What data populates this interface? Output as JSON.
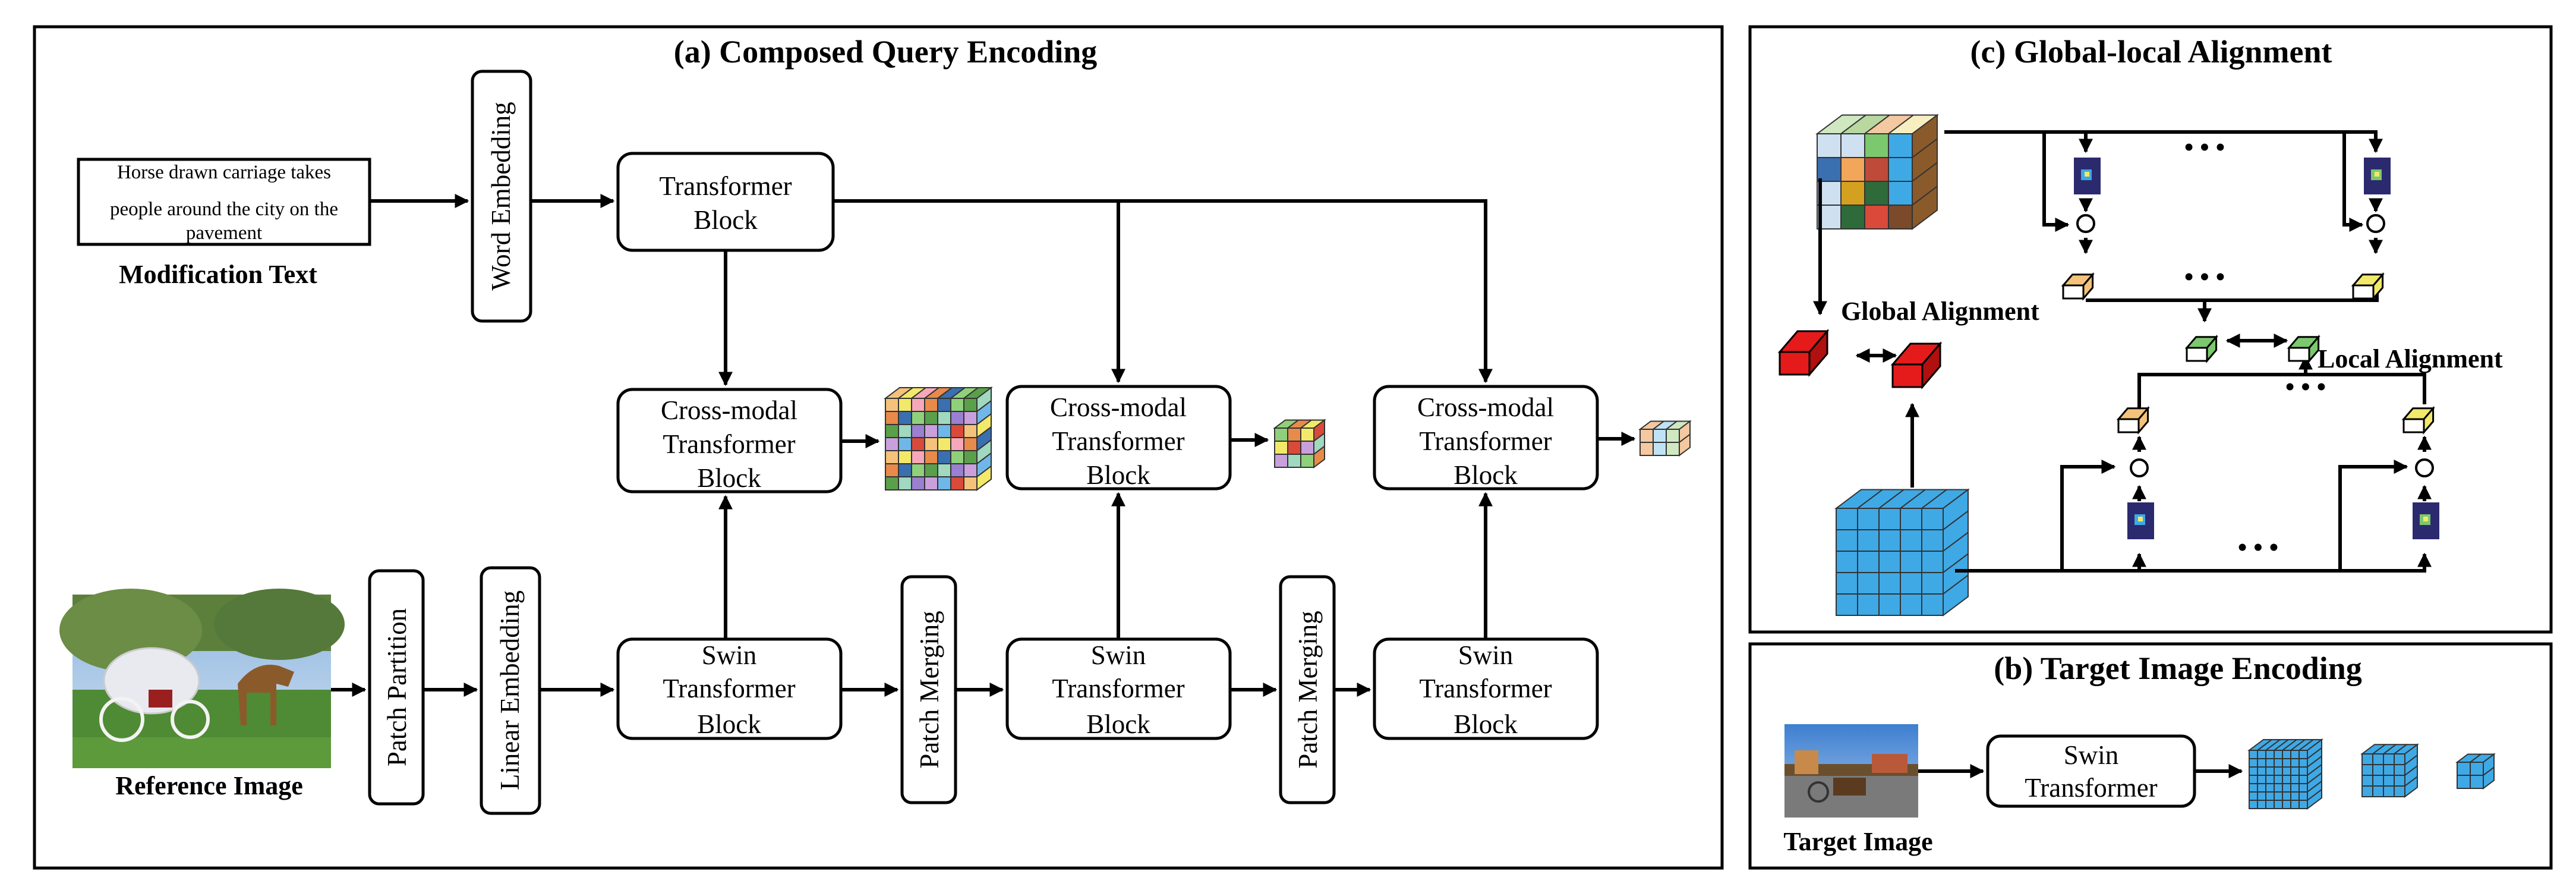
{
  "panels": {
    "a_title": "(a) Composed Query Encoding",
    "b_title": "(b) Target Image Encoding",
    "c_title": "(c) Global-local Alignment"
  },
  "inputs": {
    "text_line1": "Horse drawn carriage takes",
    "text_line2": "people around the city on the",
    "text_line3": "pavement",
    "text_caption": "Modification Text",
    "ref_caption": "Reference Image",
    "target_caption": "Target Image"
  },
  "blocks": {
    "word_embedding": "Word Embedding",
    "patch_partition": "Patch Partition",
    "linear_embedding": "Linear Embedding",
    "patch_merging": "Patch Merging",
    "transformer_l1": "Transformer",
    "transformer_l2": "Block",
    "cross_l1": "Cross-modal",
    "cross_l2": "Transformer",
    "cross_l3": "Block",
    "swin_l1": "Swin",
    "swin_l2": "Transformer",
    "swin_l3": "Block",
    "target_swin_l1": "Swin",
    "target_swin_l2": "Transformer"
  },
  "alignment": {
    "global": "Global Alignment",
    "local": "Local Alignment",
    "ellipsis": "• • •"
  },
  "colors": {
    "line": "#000000",
    "cube_blue": "#3fa9e6",
    "red_feature": "#e51b1b",
    "green_feature": "#7cc86e",
    "yellow_feature": "#f2e96a",
    "heatmap_dark": "#2b2a6e"
  }
}
